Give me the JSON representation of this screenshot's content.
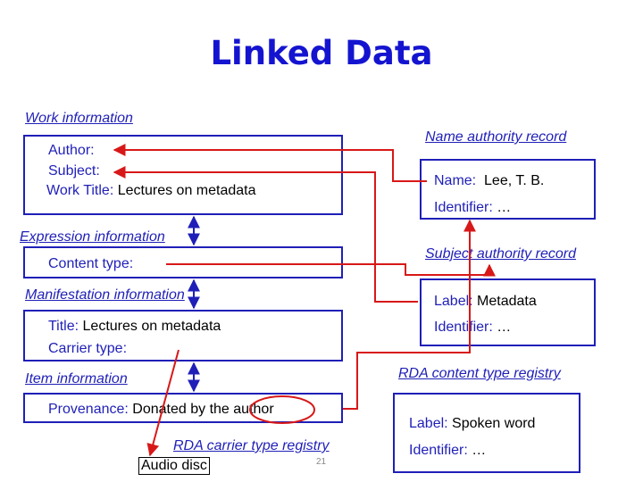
{
  "title": "Linked Data",
  "work": {
    "heading": "Work information",
    "author_label": "Author:",
    "subject_label": "Subject:",
    "work_title_label": "Work Title:",
    "work_title_value": "Lectures on metadata"
  },
  "expression": {
    "heading": "Expression information",
    "content_type_label": "Content type:"
  },
  "manifestation": {
    "heading": "Manifestation information",
    "title_label": "Title:",
    "title_value": "Lectures on metadata",
    "carrier_type_label": "Carrier type:"
  },
  "item": {
    "heading": "Item information",
    "provenance_label": "Provenance:",
    "provenance_value_1": "Donated by the",
    "provenance_value_2": "author"
  },
  "name_authority": {
    "heading": "Name authority record",
    "name_label": "Name:",
    "name_value": "Lee, T. B.",
    "identifier_label": "Identifier:",
    "identifier_value": "…"
  },
  "subject_authority": {
    "heading": "Subject authority record",
    "label_label": "Label:",
    "label_value": "Metadata",
    "identifier_label": "Identifier:",
    "identifier_value": "…"
  },
  "content_type_registry": {
    "heading": "RDA content type registry",
    "label_label": "Label:",
    "label_value": "Spoken word",
    "identifier_label": "Identifier:",
    "identifier_value": "…"
  },
  "carrier_type_registry": {
    "heading": "RDA carrier type registry",
    "value": "Audio disc"
  },
  "page_number": "21",
  "colors": {
    "title": "#1414d0",
    "box_border": "#1f1fb8",
    "arrow": "#d81818"
  }
}
